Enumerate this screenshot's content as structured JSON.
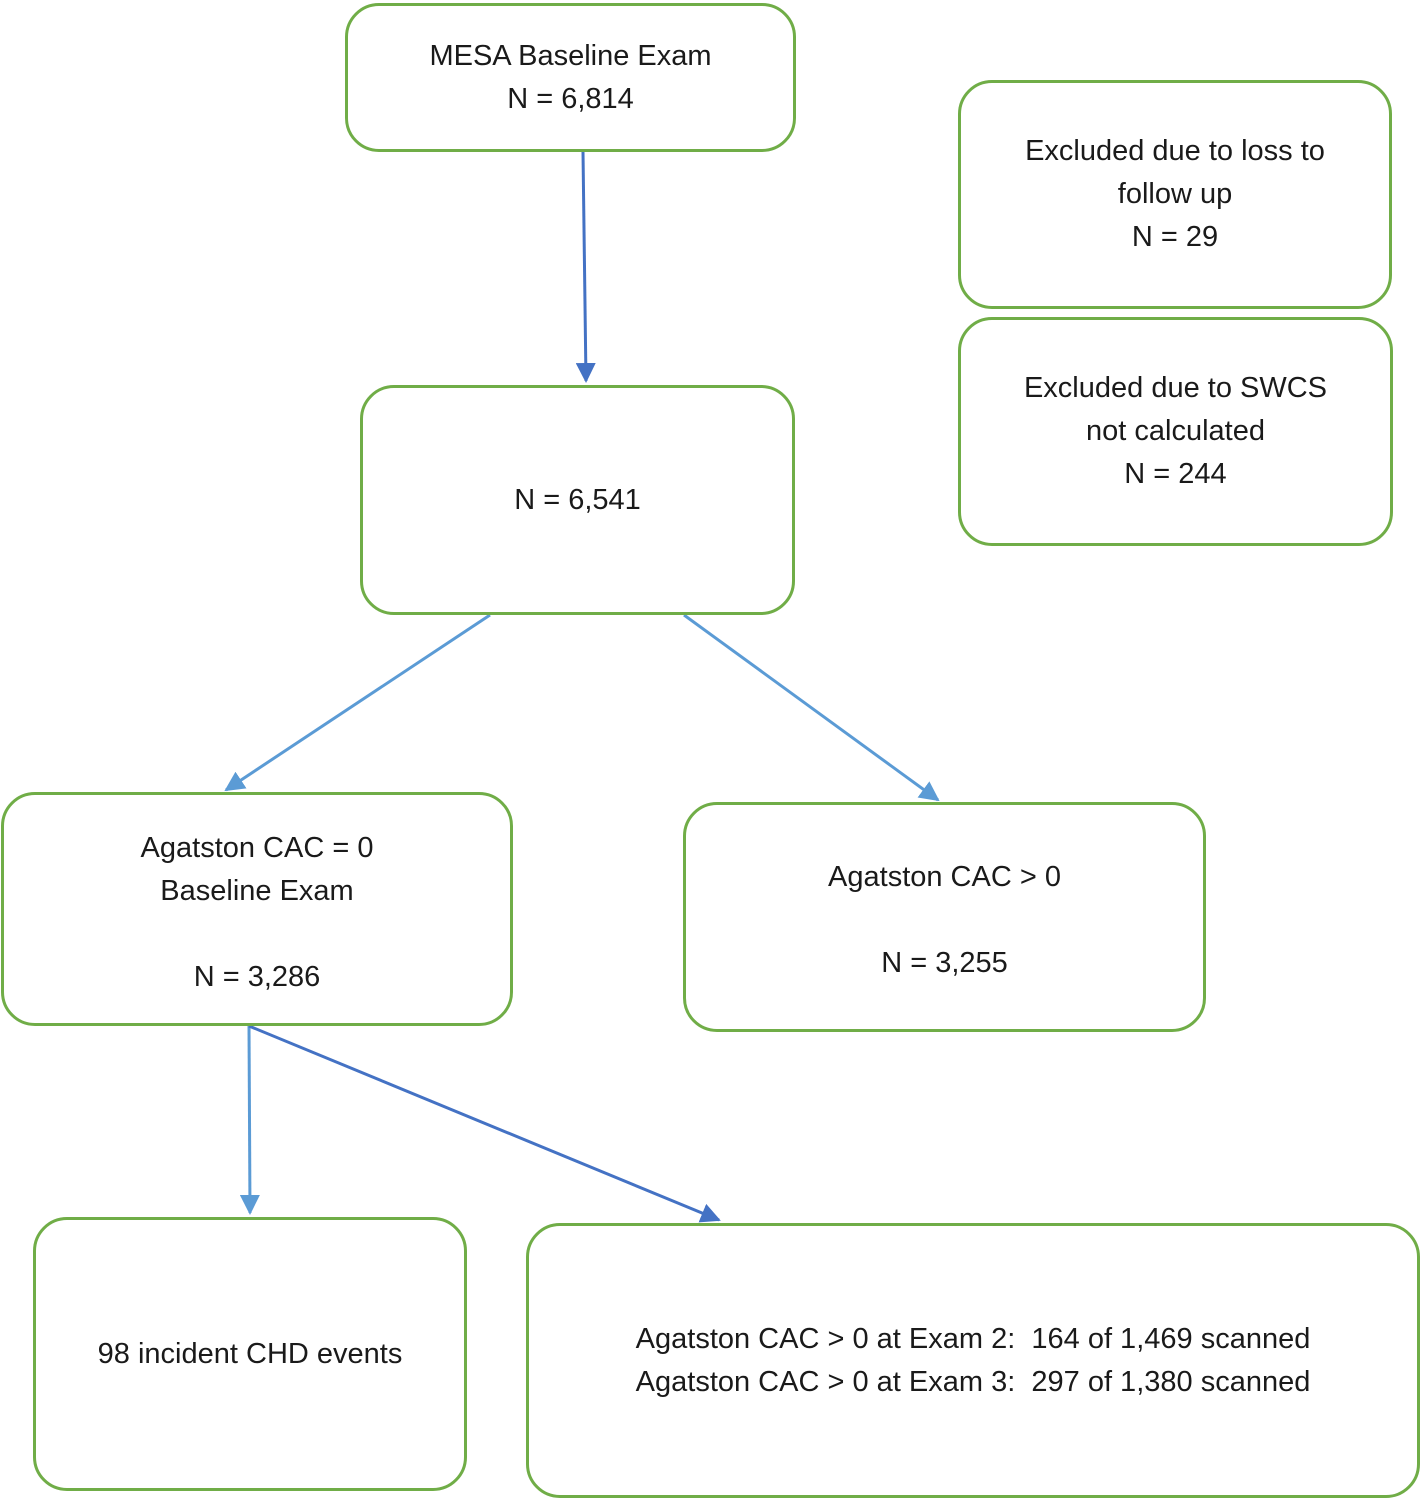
{
  "boxes": {
    "baseline": {
      "line1": "MESA Baseline Exam",
      "line2": "N = 6,814"
    },
    "loss": {
      "line1": "Excluded due to loss to",
      "line2": "follow up",
      "line3": "N = 29"
    },
    "swcs": {
      "line1": "Excluded due to SWCS",
      "line2": "not calculated",
      "line3": "N = 244"
    },
    "n6541": {
      "line1": "N = 6,541"
    },
    "cac0": {
      "line1": "Agatston CAC = 0",
      "line2": "Baseline Exam",
      "line3": "N = 3,286"
    },
    "cacpos": {
      "line1": "Agatston CAC > 0",
      "line2": "N = 3,255"
    },
    "chd": {
      "line1": "98 incident CHD events"
    },
    "exams": {
      "line1": "Agatston CAC > 0 at Exam 2:  164 of 1,469 scanned",
      "line2": "Agatston CAC > 0 at Exam 3:  297 of 1,380 scanned"
    }
  },
  "colors": {
    "box_border": "#70ad47",
    "arrow_light": "#5b9bd5",
    "arrow_dark": "#4472c4",
    "text": "#1a1a1a"
  }
}
